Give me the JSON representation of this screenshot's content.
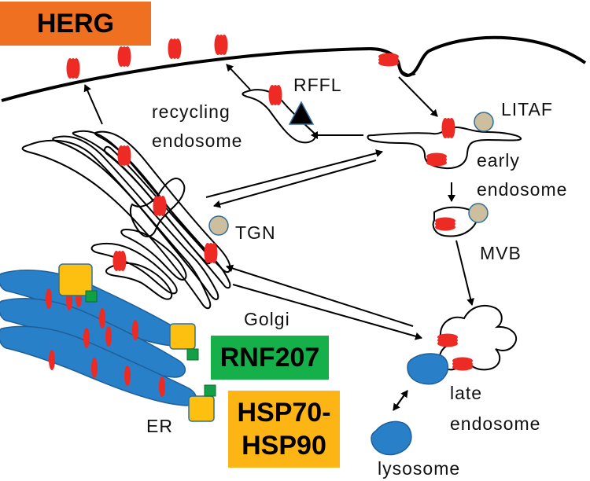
{
  "colors": {
    "herg_box": "#F07021",
    "rnf207_box": "#16B04A",
    "hsp_box": "#FDB515",
    "channel": "#EE2A24",
    "er": "#2880C9",
    "er_stroke": "#1F5F99",
    "adaptor": "#CDBF9D",
    "adaptor_stroke": "#2E6F9E",
    "hsp_square": "#FDC010",
    "rnf_square": "#12A046",
    "membrane": "#000000",
    "lysosome": "#2A80C8"
  },
  "titles": {
    "herg": "HERG",
    "rnf207": "RNF207",
    "hsp_line1": "HSP70-",
    "hsp_line2": "HSP90"
  },
  "labels": {
    "rffl": "RFFL",
    "recycling": "recycling",
    "endosome_recycling": "endosome",
    "litaf": "LITAF",
    "early": "early",
    "endosome_early": "endosome",
    "tgn": "TGN",
    "mvb": "MVB",
    "golgi": "Golgi",
    "late": "late",
    "endosome_late": "endosome",
    "lysosome": "lysosome",
    "er": "ER"
  },
  "icons": {
    "rffl_marker": "black-triangle",
    "adaptor": "circle",
    "chaperone": "square",
    "ubiquitin_ligase": "small-square"
  }
}
